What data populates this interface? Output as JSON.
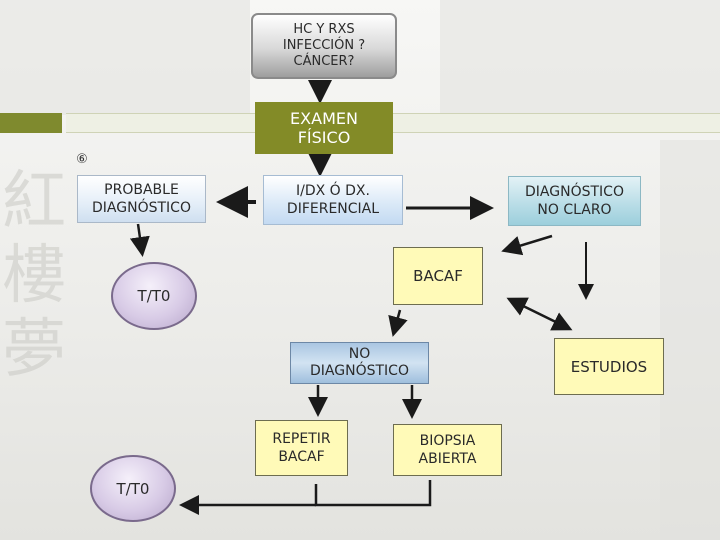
{
  "slide": {
    "marker": "⑥"
  },
  "nodes": {
    "hc_rxs": "HC Y RXS\nINFECCIÓN ?\nCÁNCER?",
    "examen": "EXAMEN\nFÍSICO",
    "probable": "PROBABLE\nDIAGNÓSTICO",
    "idx": "I/DX  Ó DX.\nDIFERENCIAL",
    "no_claro": "DIAGNÓSTICO\nNO CLARO",
    "tto_1": "T/T0",
    "bacaf": "BACAF",
    "estudios": "ESTUDIOS",
    "no_diagnostico": "NO\nDIAGNÓSTICO",
    "repetir_bacaf": "REPETIR\nBACAF",
    "biopsia": "BIOPSIA\nABIERTA",
    "tto_2": "T/T0"
  },
  "colors": {
    "olive": "#838b27",
    "yellow_box": "#fffab8",
    "blue_box": "#c3daf2",
    "teal_box": "#9ccfdc",
    "lavender_circle": "#d8cbe6",
    "arrow": "#1a1a1a"
  }
}
